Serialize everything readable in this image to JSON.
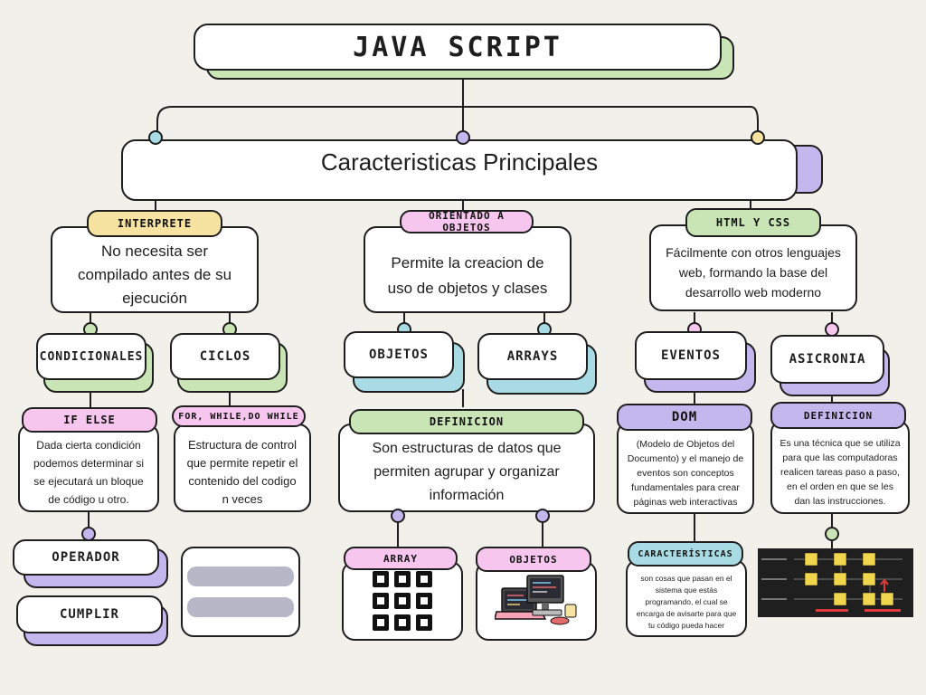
{
  "colors": {
    "green": "#c9e5b5",
    "yellow": "#f7e3a1",
    "pink": "#f7c6ef",
    "teal": "#a8dbe4",
    "lavender": "#c3b8ee",
    "paper": "#f2f0ea"
  },
  "title": "JAVA SCRIPT",
  "main_heading": "Caracteristicas Principales",
  "columns": {
    "left": {
      "tag": "INTERPRETE",
      "desc": "No necesita ser compilado antes de su ejecución",
      "sub1": {
        "title": "CONDICIONALES",
        "tag": "IF ELSE",
        "desc": "Dada cierta condición podemos determinar si se ejecutará un bloque de código u otro.",
        "items": [
          "OPERADOR",
          "CUMPLIR"
        ]
      },
      "sub2": {
        "title": "CICLOS",
        "tag": "FOR, WHILE,DO WHILE",
        "desc": "Estructura de control que permite repetir el contenido del codigo n veces"
      }
    },
    "middle": {
      "tag": "ORIENTADO A OBJETOS",
      "desc": "Permite la creacion de uso de objetos y clases",
      "sub1": {
        "title": "OBJETOS"
      },
      "sub2": {
        "title": "ARRAYS"
      },
      "definition_tag": "DEFINICION",
      "definition": "Son estructuras de datos que permiten agrupar y organizar información",
      "items": [
        "ARRAY",
        "OBJETOS"
      ]
    },
    "right": {
      "tag": "HTML Y CSS",
      "desc": "Fácilmente con otros lenguajes web, formando la base del desarrollo web moderno",
      "sub1": {
        "title": "EVENTOS",
        "tag": "DOM",
        "desc": "(Modelo de Objetos del Documento) y el manejo de eventos son conceptos fundamentales para crear páginas web interactivas",
        "char_tag": "CARACTERÍSTICAS",
        "char_desc": "son cosas que pasan en el sistema que estás programando, el cual se encarga de avisarte para que tu código pueda hacer"
      },
      "sub2": {
        "title": "ASICRONIA",
        "tag": "DEFINICION",
        "desc": "Es una técnica que se utiliza para que las computadoras realicen tareas paso a paso, en el orden en que se les dan las instrucciones."
      }
    }
  },
  "icons": {
    "array": "grid-icon",
    "objects": "computer-icon",
    "async": "js-timeline-diagram"
  }
}
